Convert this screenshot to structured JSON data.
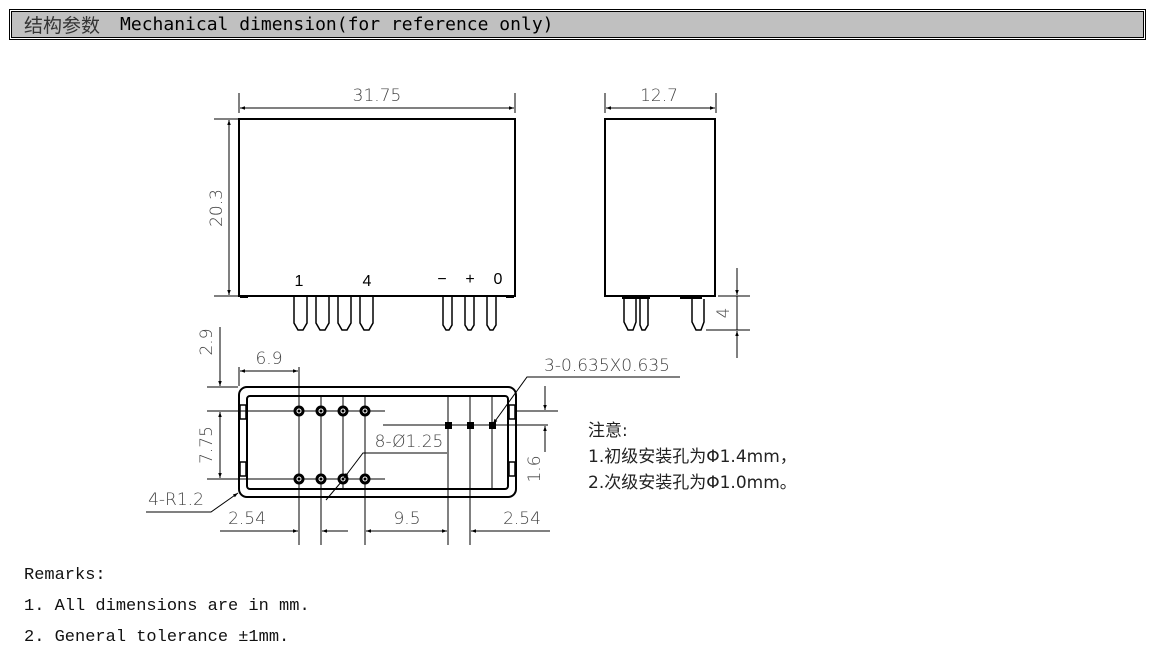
{
  "header": {
    "title_cn": "结构参数",
    "title_en": "Mechanical dimension(for reference only)"
  },
  "front_view": {
    "width_label": "31.75",
    "height_label": "20.3",
    "pin_labels": [
      "1",
      "4",
      "−",
      "+",
      "0"
    ]
  },
  "side_view": {
    "width_label": "12.7",
    "pin_length_label": "4"
  },
  "bottom_view": {
    "offset_top_label": "2.9",
    "offset_left_label": "6.9",
    "row_spacing_label": "7.75",
    "square_pins_label": "3-0.635X0.635",
    "round_holes_label": "8-Ø1.25",
    "corner_radius_label": "4-R1.2",
    "pitch_left_label": "2.54",
    "span_label": "9.5",
    "pitch_right_label": "2.54",
    "offset_right_label": "1.6"
  },
  "note_cn": {
    "title": "注意:",
    "lines": [
      "1.初级安装孔为Φ1.4mm，",
      "2.次级安装孔为Φ1.0mm。"
    ]
  },
  "remarks": {
    "title": "Remarks:",
    "lines": [
      "1. All dimensions are in mm.",
      "2. General tolerance ±1mm."
    ]
  }
}
